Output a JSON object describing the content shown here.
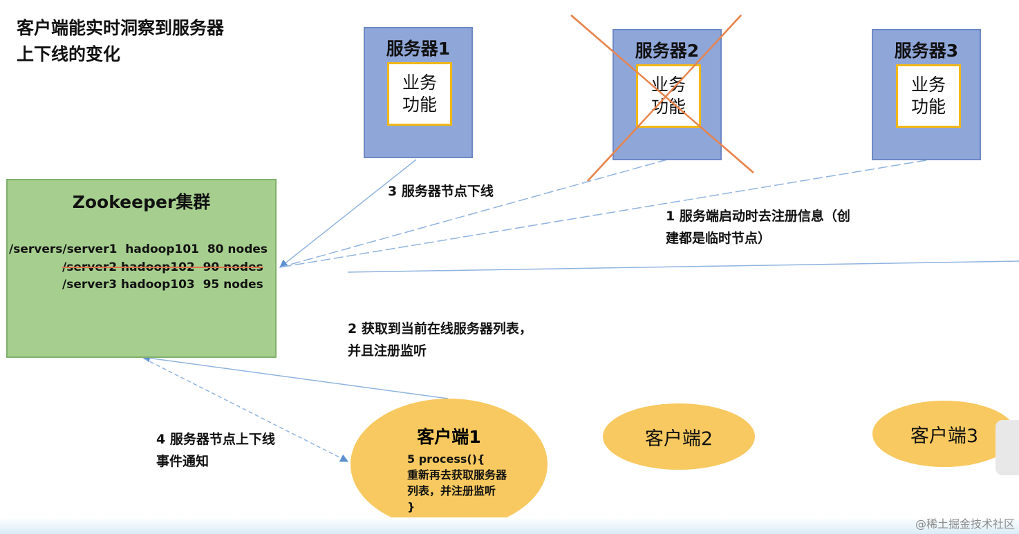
{
  "title": "客户端能实时洞察到服务器上下线的变化",
  "servers": [
    {
      "name": "服务器1",
      "function": "业务功能",
      "offline": false
    },
    {
      "name": "服务器2",
      "function": "业务功能",
      "offline": true
    },
    {
      "name": "服务器3",
      "function": "业务功能",
      "offline": false
    }
  ],
  "zookeeper": {
    "title": "Zookeeper集群",
    "nodes": [
      {
        "text": "/servers/server1  hadoop101  80 nodes",
        "removed": false
      },
      {
        "text": "/server2 hadoop102  90 nodes",
        "removed": true
      },
      {
        "text": "/server3 hadoop103  95 nodes",
        "removed": false
      }
    ]
  },
  "steps": {
    "s1": "1  服务端启动时去注册信息（创建都是临时节点）",
    "s2": "2  获取到当前在线服务器列表，并且注册监听",
    "s3": "3  服务器节点下线",
    "s4": "4  服务器节点上下线事件通知"
  },
  "clients": [
    {
      "name": "客户端1",
      "code": [
        "5 process(){",
        "重新再去获取服务器",
        "列表，并注册监听",
        "}"
      ]
    },
    {
      "name": "客户端2"
    },
    {
      "name": "客户端3"
    }
  ],
  "watermark": "@稀土掘金技术社区",
  "colors": {
    "server": "#8fa6d8",
    "zookeeper": "#a6cf8f",
    "client": "#f8c960",
    "arrow": "#6b9bd1",
    "cross": "#e8844c",
    "func_border": "#f2b818"
  }
}
